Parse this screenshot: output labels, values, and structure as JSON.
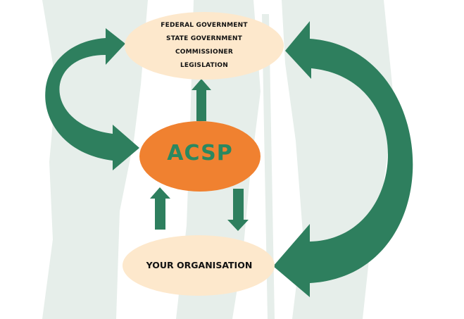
{
  "top_ellipse": {
    "lines": [
      "FEDERAL GOVERNMENT",
      "STATE GOVERNMENT",
      "COMMISSIONER",
      "LEGISLATION"
    ]
  },
  "center_ellipse": {
    "label": "ACSP"
  },
  "bottom_ellipse": {
    "label": "YOUR ORGANISATION"
  },
  "colors": {
    "arrow_green": "#2e7f5e",
    "acsp_orange": "#f08130",
    "acsp_text": "#2a8860",
    "ellipse_cream": "#fde8cc",
    "background_figures": "#e4ece8"
  }
}
